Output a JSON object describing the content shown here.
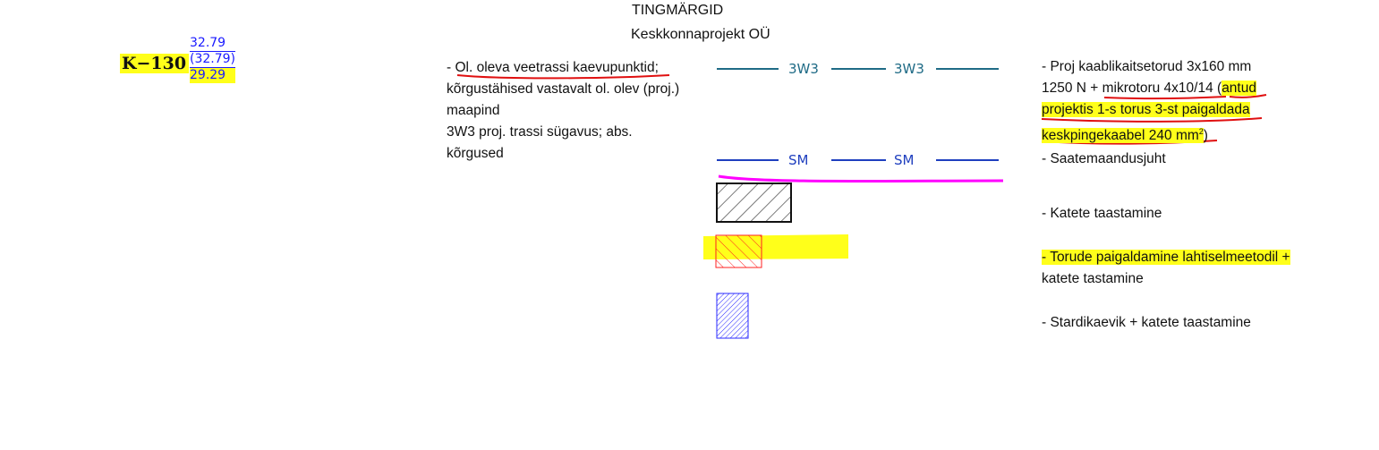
{
  "header": {
    "title": "TINGMÄRGID",
    "subtitle": "Keskkonnaprojekt OÜ"
  },
  "point": {
    "code": "K−130",
    "level_top": "32.79",
    "level_mid": "(32.79)",
    "level_bottom": "29.29"
  },
  "left_desc": {
    "line1": "- Ol. oleva veetrassi kaevupunktid;",
    "line2": "kõrgustähised vastavalt ol. olev (proj.)",
    "line3": "maapind",
    "line4": "3W3 proj. trassi sügavus; abs.",
    "line5": "kõrgused"
  },
  "legend": {
    "line_3w3_label": "3W3",
    "line_sm_label": "SM",
    "item1": {
      "line1": "- Proj kaablikaitsetorud 3x160 mm",
      "line2a": "1250 N + mikrotoru 4x10/14 (",
      "line2b": "antud",
      "line3": "projektis 1-s torus 3-st paigaldada",
      "line4a": "keskpingekaabel 240 mm",
      "line4sup": "2",
      "line4b": ")"
    },
    "item2": "- Saatemaandusjuht",
    "item3": "- Katete taastamine",
    "item4": {
      "line1": "- Torude paigaldamine lahtiselmeetodil +",
      "line2": "katete tastamine"
    },
    "item5": "- Stardikaevik + katete taastamine"
  },
  "colors": {
    "highlight": "#ffff1a",
    "line_3w3": "#1f6b86",
    "line_sm": "#1f3fbf",
    "underline_red": "#e01010",
    "underline_magenta": "#ff00ff",
    "hatch_black": "#111111",
    "hatch_red": "#ff2020",
    "hatch_blue": "#2a2aff"
  }
}
